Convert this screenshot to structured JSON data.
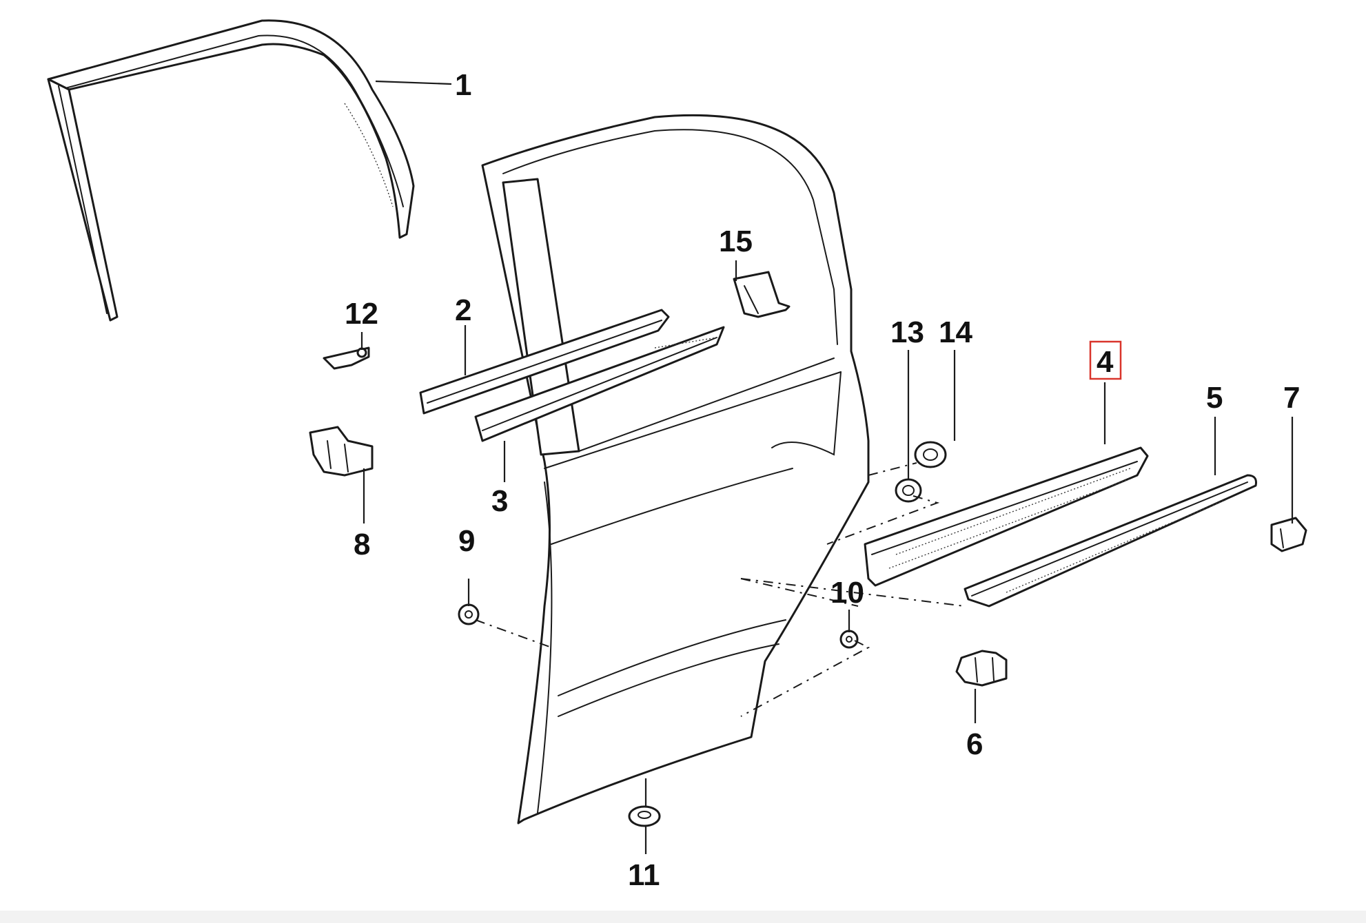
{
  "callouts": [
    "1",
    "2",
    "3",
    "4",
    "5",
    "6",
    "7",
    "8",
    "9",
    "10",
    "11",
    "12",
    "13",
    "14",
    "15"
  ],
  "highlighted_callout": "4",
  "colors": {
    "line": "#1a1a1a",
    "highlight_box": "#d9342b",
    "background": "#ffffff"
  }
}
